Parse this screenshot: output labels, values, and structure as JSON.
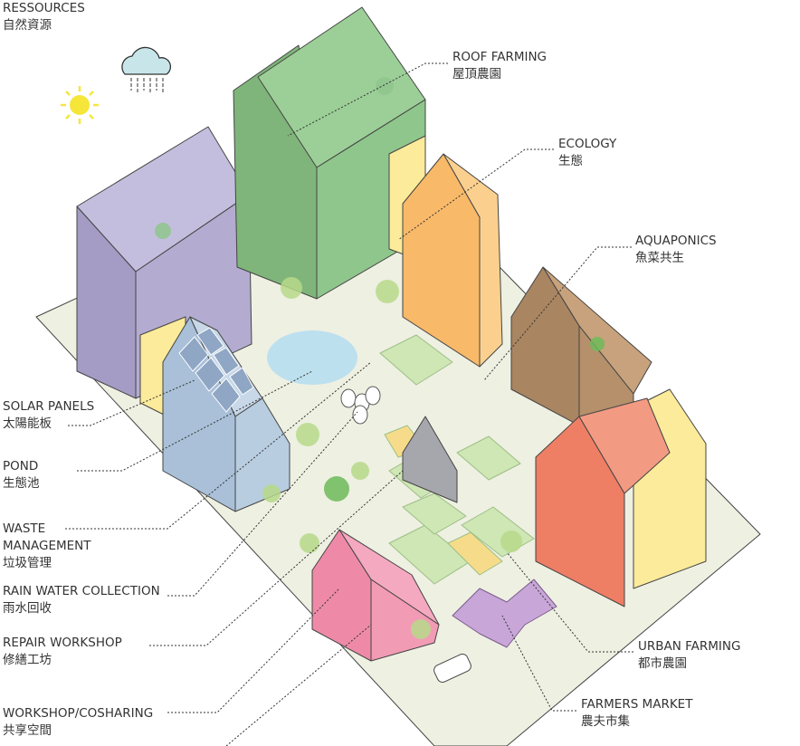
{
  "labels": {
    "resources": {
      "en": "RESSOURCES",
      "zh": "自然資源"
    },
    "roof_farming": {
      "en": "ROOF FARMING",
      "zh": "屋頂農園"
    },
    "ecology": {
      "en": "ECOLOGY",
      "zh": "生態"
    },
    "aquaponics": {
      "en": "AQUAPONICS",
      "zh": "魚菜共生"
    },
    "solar_panels": {
      "en": "SOLAR PANELS",
      "zh": "太陽能板"
    },
    "pond": {
      "en": "POND",
      "zh": "生態池"
    },
    "waste": {
      "en1": "WASTE",
      "en2": "MANAGEMENT",
      "zh": "垃圾管理"
    },
    "rain_water": {
      "en": "RAIN WATER COLLECTION",
      "zh": "雨水回收"
    },
    "repair": {
      "en": "REPAIR WORKSHOP",
      "zh": "修繕工坊"
    },
    "workshop": {
      "en": "WORKSHOP/COSHARING",
      "zh": "共享空間"
    },
    "urban_farming": {
      "en": "URBAN FARMING",
      "zh": "都市農園"
    },
    "farmers_market": {
      "en": "FARMERS MARKET",
      "zh": "農夫市集"
    }
  },
  "colors": {
    "ground": "#eef0e2",
    "purple": "#b3acd0",
    "green": "#8fc68c",
    "orange": "#f8b969",
    "yellow": "#fbeb9a",
    "brown": "#b5906b",
    "red": "#ee7e64",
    "blue": "#b9cde0",
    "gray": "#a6a6ad",
    "pink": "#ee8aa8",
    "pond": "#bde0ef",
    "sun": "#f6e63a",
    "cloud": "#c8e6ea"
  }
}
